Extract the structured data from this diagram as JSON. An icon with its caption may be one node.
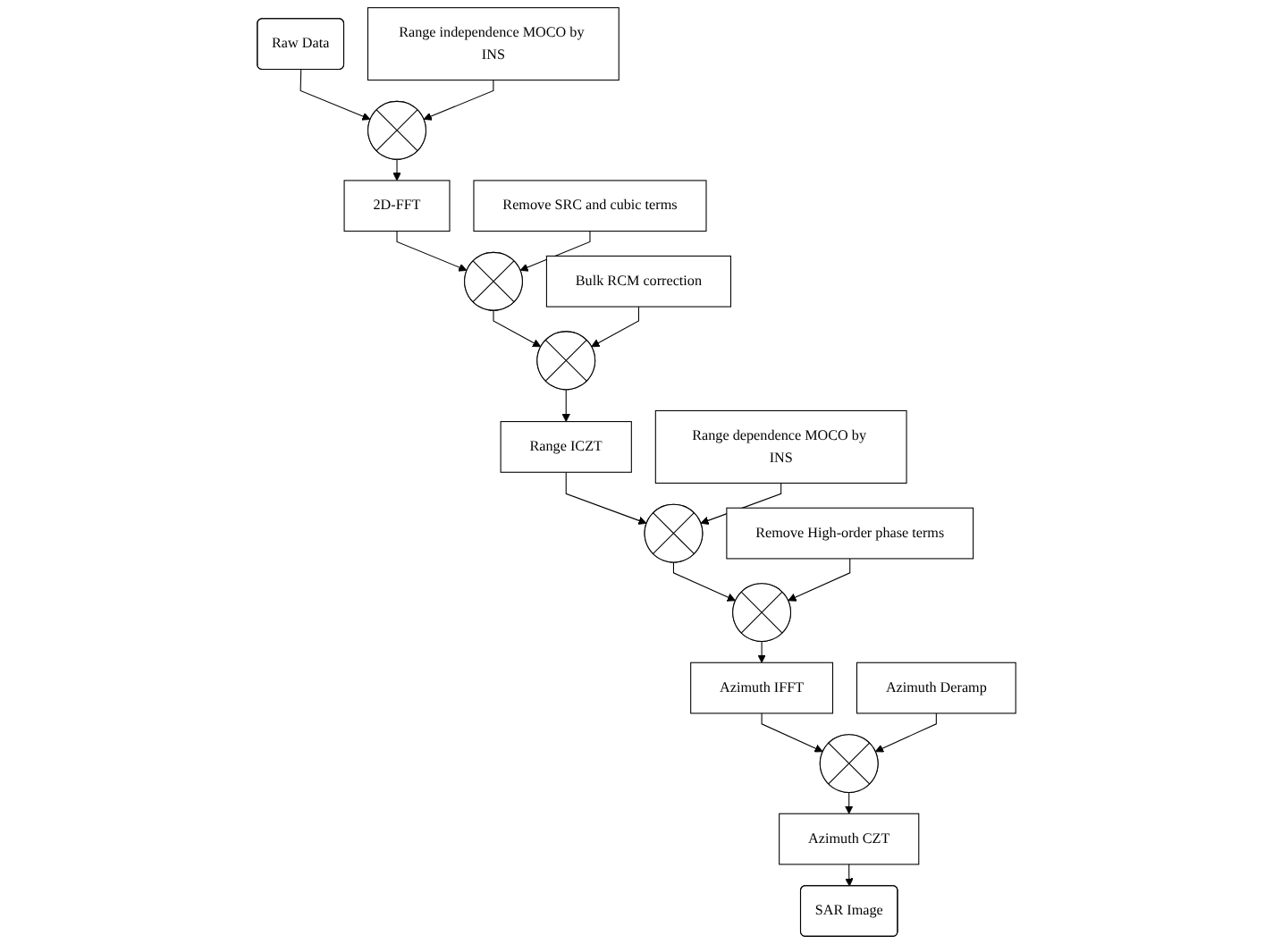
{
  "diagram": {
    "nodes": [
      {
        "text": [
          "Raw Data"
        ]
      },
      {
        "text": [
          "Range independence MOCO by INS"
        ]
      },
      {
        "text": [],
        "shape": "circle"
      },
      {
        "text": [
          "2D-FFT"
        ]
      },
      {
        "text": [
          "Remove SRC and cubic terms"
        ]
      },
      {
        "text": [],
        "shape": "circle"
      },
      {
        "text": [
          "Bulk RCM correction"
        ]
      },
      {
        "text": [],
        "shape": "circle"
      },
      {
        "text": [
          "Range ICZT"
        ]
      },
      {
        "text": [
          "Range dependence MOCO by INS"
        ]
      },
      {
        "text": [],
        "shape": "circle"
      },
      {
        "text": [
          "Remove High-order phase terms"
        ]
      },
      {
        "text": [],
        "shape": "circle"
      },
      {
        "text": [
          "Azimuth IFFT"
        ]
      },
      {
        "text": [
          "Azimuth Deramp"
        ]
      },
      {
        "text": [],
        "shape": "circle"
      },
      {
        "text": [
          "Azimuth CZT"
        ]
      },
      {
        "text": [
          "SAR Image"
        ]
      }
    ],
    "edges": [
      {
        "from": 0,
        "to": 2,
        "arrow": "to"
      },
      {
        "from": 1,
        "to": 2,
        "arrow": "to"
      },
      {
        "from": 2,
        "to": 3,
        "arrow": "to"
      },
      {
        "from": 3,
        "to": 5,
        "arrow": "to"
      },
      {
        "from": 4,
        "to": 5,
        "arrow": "to"
      },
      {
        "from": 5,
        "to": 7,
        "arrow": "to"
      },
      {
        "from": 6,
        "to": 7,
        "arrow": "to"
      },
      {
        "from": 7,
        "to": 8,
        "arrow": "to"
      },
      {
        "from": 8,
        "to": 10,
        "arrow": "to"
      },
      {
        "from": 9,
        "to": 10,
        "arrow": "to"
      },
      {
        "from": 10,
        "to": 12,
        "arrow": "to"
      },
      {
        "from": 11,
        "to": 12,
        "arrow": "to"
      },
      {
        "from": 12,
        "to": 13,
        "arrow": "to"
      },
      {
        "from": 13,
        "to": 15,
        "arrow": "to"
      },
      {
        "from": 14,
        "to": 15,
        "arrow": "to"
      },
      {
        "from": 15,
        "to": 16,
        "arrow": "to"
      },
      {
        "from": 16,
        "to": 17,
        "arrow": "to"
      }
    ]
  }
}
